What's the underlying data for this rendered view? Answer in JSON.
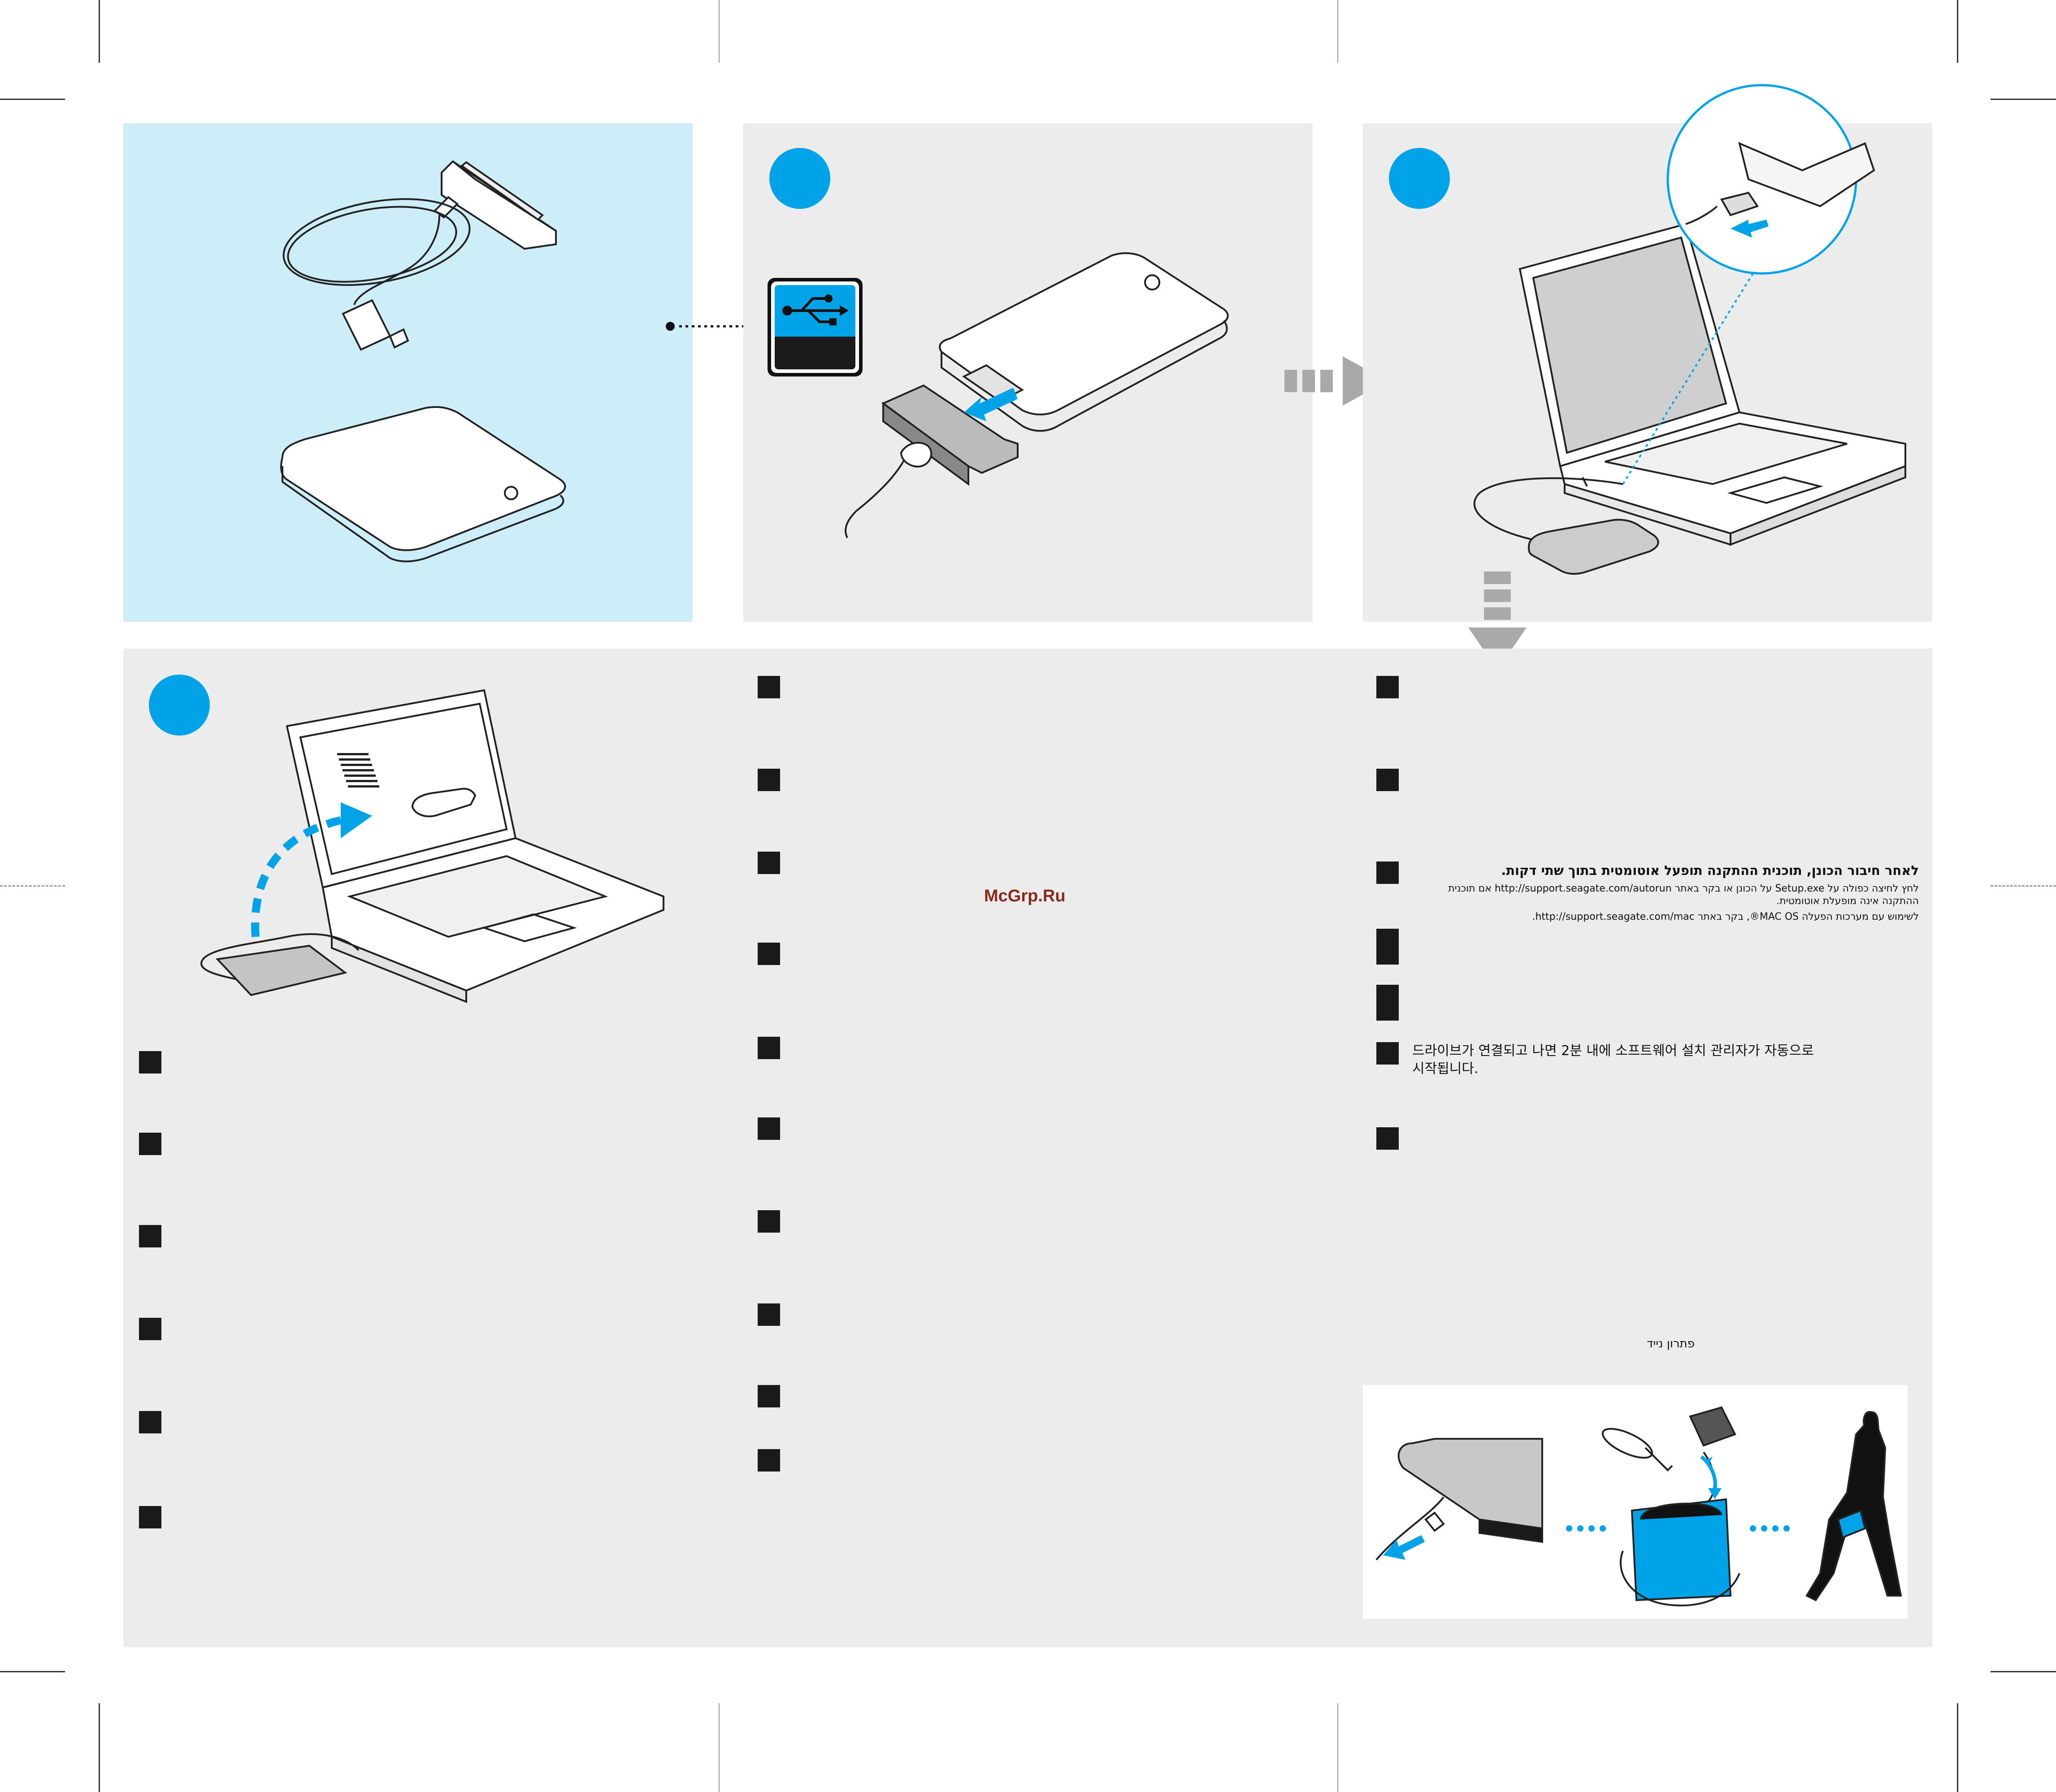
{
  "colors": {
    "accent_blue": "#00a3e8",
    "panel_light_blue": "#cdeef9",
    "panel_gray": "#ececec",
    "marker_black": "#1a1a1a"
  },
  "icons": [
    "usb-icon",
    "arrow-right-icon",
    "arrow-down-icon"
  ],
  "watermark": "McGrp.Ru",
  "hebrew": {
    "heading": "לאחר חיבור הכונן, תוכנית ההתקנה תופעל אוטומטית בתוך שתי דקות.",
    "line1": "לחץ לחיצה כפולה על Setup.exe על הכונן או בקר באתר http://support.seagate.com/autorun אם תוכנית",
    "line2": "ההתקנה אינה מופעלת אוטומטית.",
    "line3": "לשימוש עם מערכות הפעלה MAC OS®, בקר באתר http://support.seagate.com/mac.",
    "portable": "פתרון נייד"
  },
  "korean": {
    "line1": "드라이브가 연결되고 나면 2분 내에 소프트웨어 설치 관리자가 자동으로",
    "line2": "시작됩니다."
  }
}
